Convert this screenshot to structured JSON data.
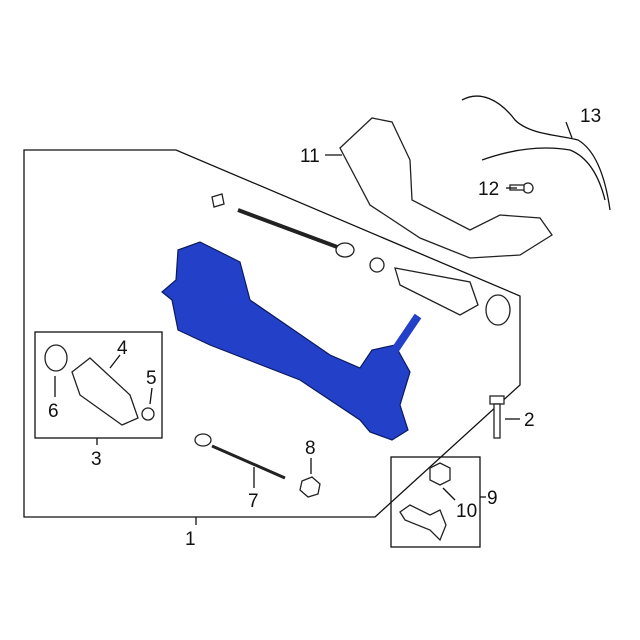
{
  "title": "Steering gear assembly parts diagram",
  "highlight_color": "#2340c8",
  "callouts": {
    "c1": "1",
    "c2": "2",
    "c3": "3",
    "c4": "4",
    "c5": "5",
    "c6": "6",
    "c7": "7",
    "c8": "8",
    "c9": "9",
    "c10": "10",
    "c11": "11",
    "c12": "12",
    "c13": "13"
  }
}
